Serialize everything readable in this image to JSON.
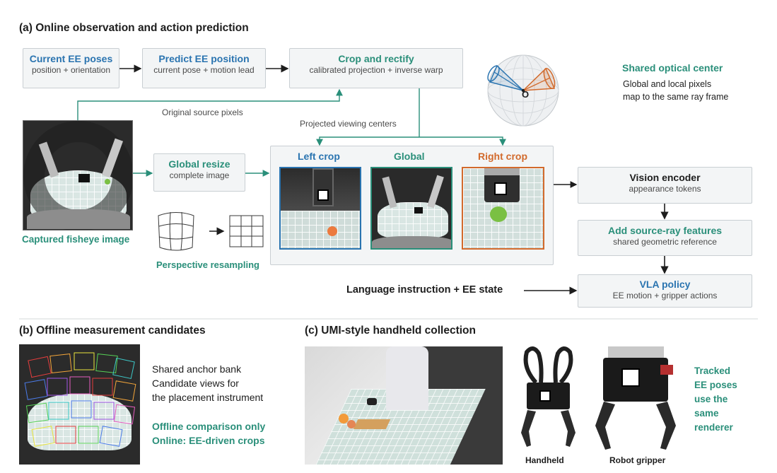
{
  "section_a": {
    "title": "(a) Online observation and action prediction",
    "current_ee": {
      "title": "Current EE poses",
      "sub": "position + orientation"
    },
    "predict_ee": {
      "title": "Predict EE position",
      "sub": "current pose + motion lead"
    },
    "crop_rectify": {
      "title": "Crop and rectify",
      "sub": "calibrated projection + inverse warp"
    },
    "original_pixels": "Original source pixels",
    "projected_centers": "Projected viewing centers",
    "captured_fisheye": "Captured fisheye image",
    "global_resize": {
      "title": "Global resize",
      "sub": "complete image"
    },
    "perspective_resampling": "Perspective resampling",
    "crops": {
      "left": "Left crop",
      "global": "Global",
      "right": "Right crop"
    },
    "sphere_center": "O",
    "shared_center": {
      "title": "Shared optical center",
      "line1": "Global and local pixels",
      "line2": "map to the same ray frame"
    },
    "vision_encoder": {
      "title": "Vision encoder",
      "sub": "appearance tokens"
    },
    "source_ray": {
      "title": "Add source-ray features",
      "sub": "shared geometric reference"
    },
    "vla_policy": {
      "title": "VLA policy",
      "sub": "EE motion + gripper actions"
    },
    "language": "Language instruction + EE state"
  },
  "section_b": {
    "title": "(b) Offline measurement candidates",
    "line1": "Shared anchor bank",
    "line2": "Candidate views for",
    "line3": "the placement instrument",
    "note1": "Offline comparison only",
    "note2": "Online: EE-driven crops"
  },
  "section_c": {
    "title": "(c) UMI-style handheld collection",
    "handheld": "Handheld",
    "robot_gripper": "Robot gripper",
    "tracked": [
      "Tracked",
      "EE poses",
      "use the",
      "same",
      "renderer"
    ]
  },
  "colors": {
    "blue": "#2a74b0",
    "teal": "#2a8f7a",
    "orange": "#d26a2c",
    "box_fill": "#f3f5f6",
    "box_border": "#c9cfd3"
  }
}
